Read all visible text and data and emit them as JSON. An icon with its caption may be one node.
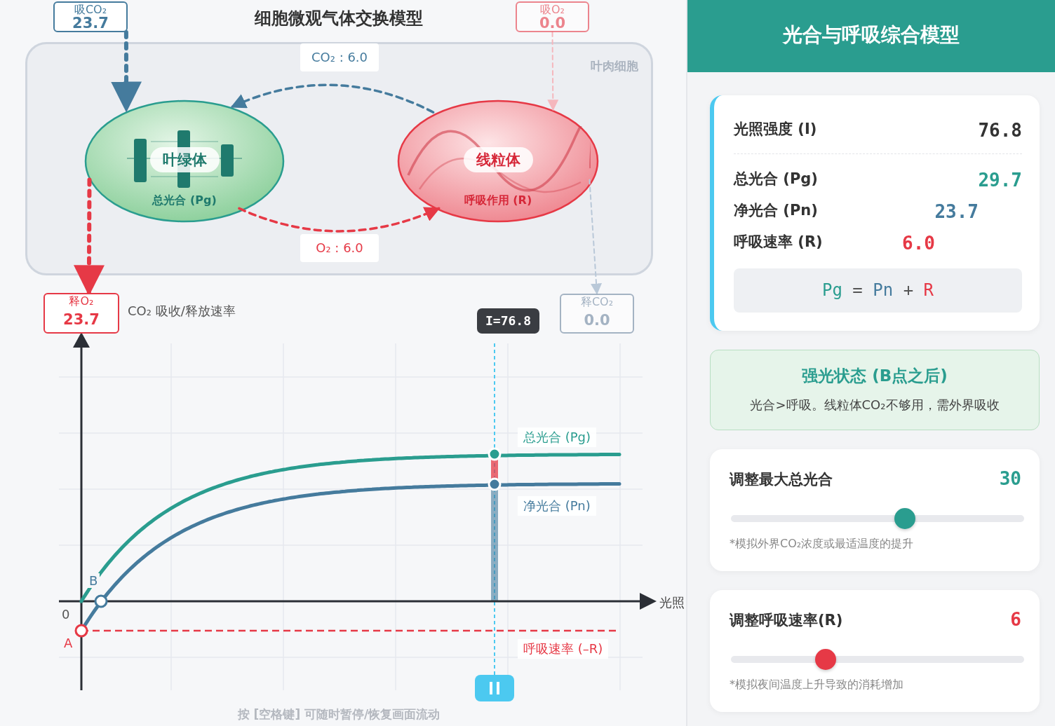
{
  "diagram": {
    "title": "细胞微观气体交换模型",
    "nodes": [
      {
        "text": [
          "吸CO₂",
          "23.7"
        ]
      },
      {
        "text": [
          "叶肉细胞"
        ]
      },
      {
        "text": [
          "叶绿体",
          "总光合 (Pg)"
        ],
        "in": 1
      },
      {
        "text": [
          "线粒体",
          "呼吸作用 (R)"
        ],
        "in": 1
      },
      {
        "text": [
          "吸O₂",
          "0.0"
        ]
      },
      {
        "text": [
          "释O₂",
          "23.7"
        ]
      },
      {
        "text": [
          "释CO₂",
          "0.0"
        ]
      }
    ],
    "edges": [
      {
        "from": 0,
        "to": 2,
        "arrow": "to",
        "style": "dashed",
        "color": "#457b9d"
      },
      {
        "from": 3,
        "to": 2,
        "arrow": "to",
        "label": "CO₂ : 6.0",
        "style": "dashed",
        "color": "#457b9d"
      },
      {
        "from": 2,
        "to": 3,
        "arrow": "to",
        "label": "O₂ : 6.0",
        "style": "dashed",
        "color": "#e63946"
      },
      {
        "from": 4,
        "to": 3,
        "arrow": "to",
        "style": "dashed",
        "color": "#f5b7bd"
      },
      {
        "from": 2,
        "to": 5,
        "arrow": "to",
        "style": "dashed",
        "color": "#e63946"
      },
      {
        "from": 3,
        "to": 6,
        "arrow": "to",
        "style": "dashed",
        "color": "#b9c8d8"
      }
    ],
    "labels": [
      "光合与呼吸综合模型",
      "CO₂ 吸收/释放速率",
      "I=76.8",
      "总光合 (Pg)",
      "净光合 (Pn)",
      "B",
      "光照",
      "0",
      "A",
      "呼吸速率 (–R)",
      "按 [空格键] 可随时暂停/恢复画面流动",
      "光照强度 (I)",
      "76.8",
      "总光合 (Pg)",
      "29.7",
      "净光合 (Pn)",
      "23.7",
      "呼吸速率 (R)",
      "6.0",
      "Pg = Pn + R",
      "强光状态 (B点之后)",
      "光合>呼吸。线粒体CO₂不够用，需外界吸收",
      "调整最大总光合",
      "30",
      "*模拟外界CO₂浓度或最适温度的提升",
      "调整呼吸速率(R)",
      "6",
      "*模拟夜间温度上升导致的消耗增加"
    ]
  }
}
